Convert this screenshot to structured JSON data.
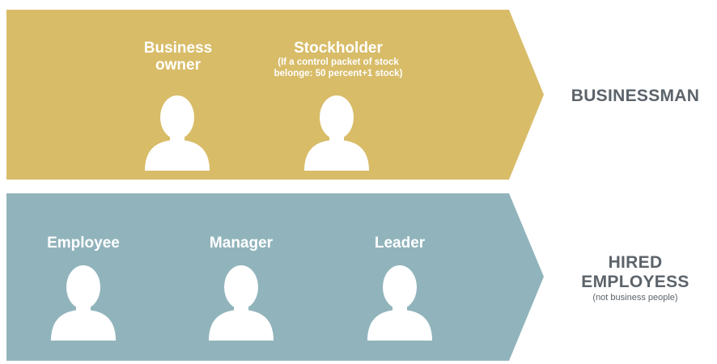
{
  "colors": {
    "businessman_band": "#d8bc68",
    "employees_band": "#91b4bc",
    "person_icon": "#ffffff",
    "label_text": "#5c636a"
  },
  "businessman": {
    "roles": [
      {
        "title_line1": "Business",
        "title_line2": "owner",
        "icon": "person-icon"
      },
      {
        "title": "Stockholder",
        "note_line1": "(If a control packet of stock",
        "note_line2": "belonge: 50 percent+1 stock)",
        "icon": "person-icon"
      }
    ],
    "label": "BUSINESSMAN"
  },
  "employees": {
    "roles": [
      {
        "title": "Employee",
        "icon": "person-icon"
      },
      {
        "title": "Manager",
        "icon": "person-icon"
      },
      {
        "title": "Leader",
        "icon": "person-icon"
      }
    ],
    "label_line1": "HIRED",
    "label_line2": "EMPLOYESS",
    "note": "(not business people)"
  }
}
